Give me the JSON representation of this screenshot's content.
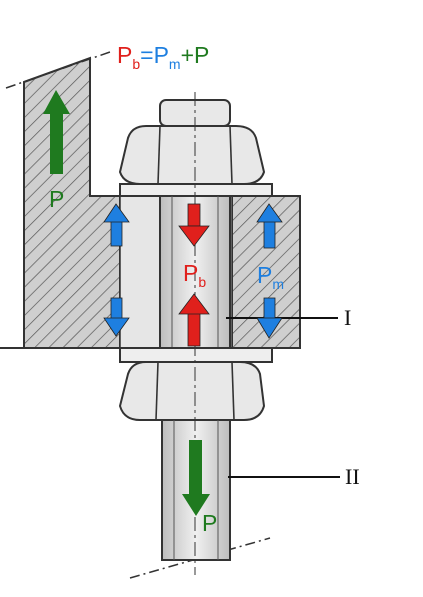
{
  "colors": {
    "red": "#e0201c",
    "green": "#1f7a1f",
    "blue": "#1e7fe0",
    "steel": "#d9d9d9",
    "line": "#333333"
  },
  "formula": {
    "p": "P",
    "b": "b",
    "eq": "=",
    "p2": "P",
    "m": "m",
    "plus": "+P"
  },
  "labels": {
    "p_top": "P",
    "p_bottom": "P",
    "pb_main": "P",
    "pb_sub": "b",
    "pm_main": "P",
    "pm_sub": "m",
    "roman_1": "I",
    "roman_2": "II"
  }
}
